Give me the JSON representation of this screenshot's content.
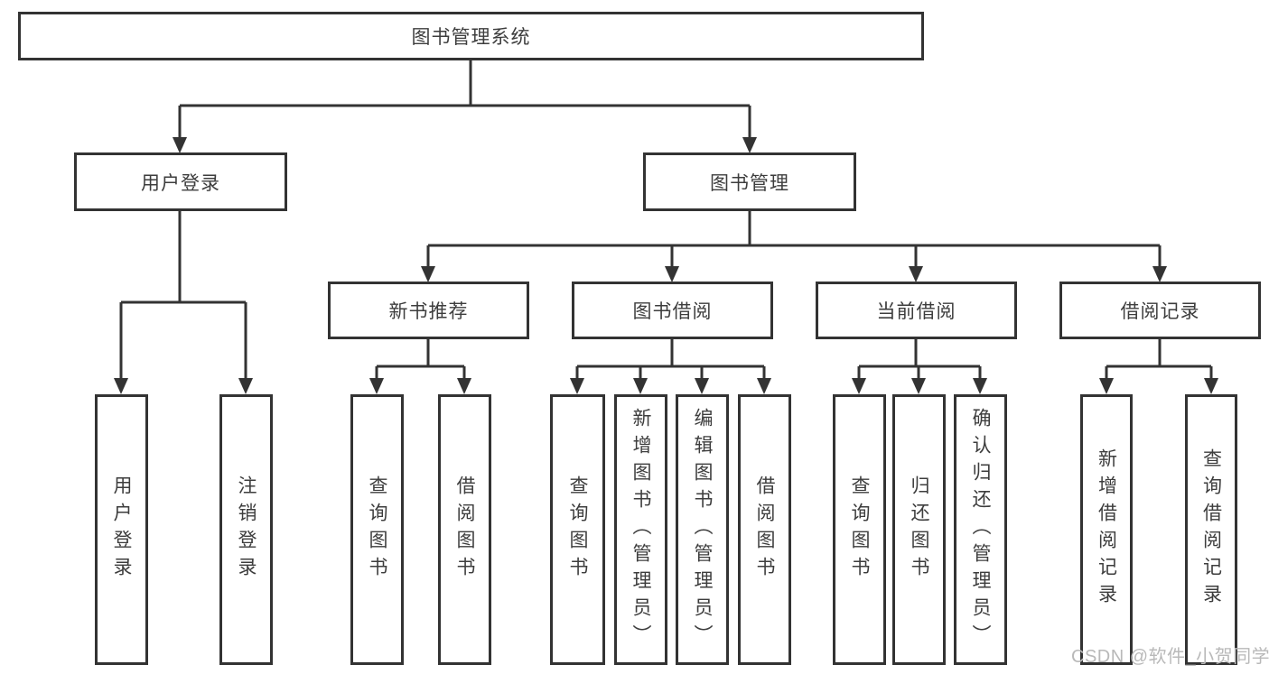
{
  "tree": {
    "label": "图书管理系统",
    "children": [
      {
        "label": "用户登录",
        "children": [
          {
            "label": "用户登录"
          },
          {
            "label": "注销登录"
          }
        ]
      },
      {
        "label": "图书管理",
        "children": [
          {
            "label": "新书推荐",
            "children": [
              {
                "label": "查询图书"
              },
              {
                "label": "借阅图书"
              }
            ]
          },
          {
            "label": "图书借阅",
            "children": [
              {
                "label": "查询图书"
              },
              {
                "label": "新增图书（管理员）"
              },
              {
                "label": "编辑图书（管理员）"
              },
              {
                "label": "借阅图书"
              }
            ]
          },
          {
            "label": "当前借阅",
            "children": [
              {
                "label": "查询图书"
              },
              {
                "label": "归还图书"
              },
              {
                "label": "确认归还（管理员）"
              }
            ]
          },
          {
            "label": "借阅记录",
            "children": [
              {
                "label": "新增借阅记录"
              },
              {
                "label": "查询借阅记录"
              }
            ]
          }
        ]
      }
    ]
  },
  "watermark": {
    "text": "CSDN @软件_小贺同学"
  },
  "colors": {
    "line": "#333333",
    "box_border": "#333333",
    "text": "#3d3d3d",
    "watermark": "#b9b9b9",
    "background": "#ffffff"
  }
}
